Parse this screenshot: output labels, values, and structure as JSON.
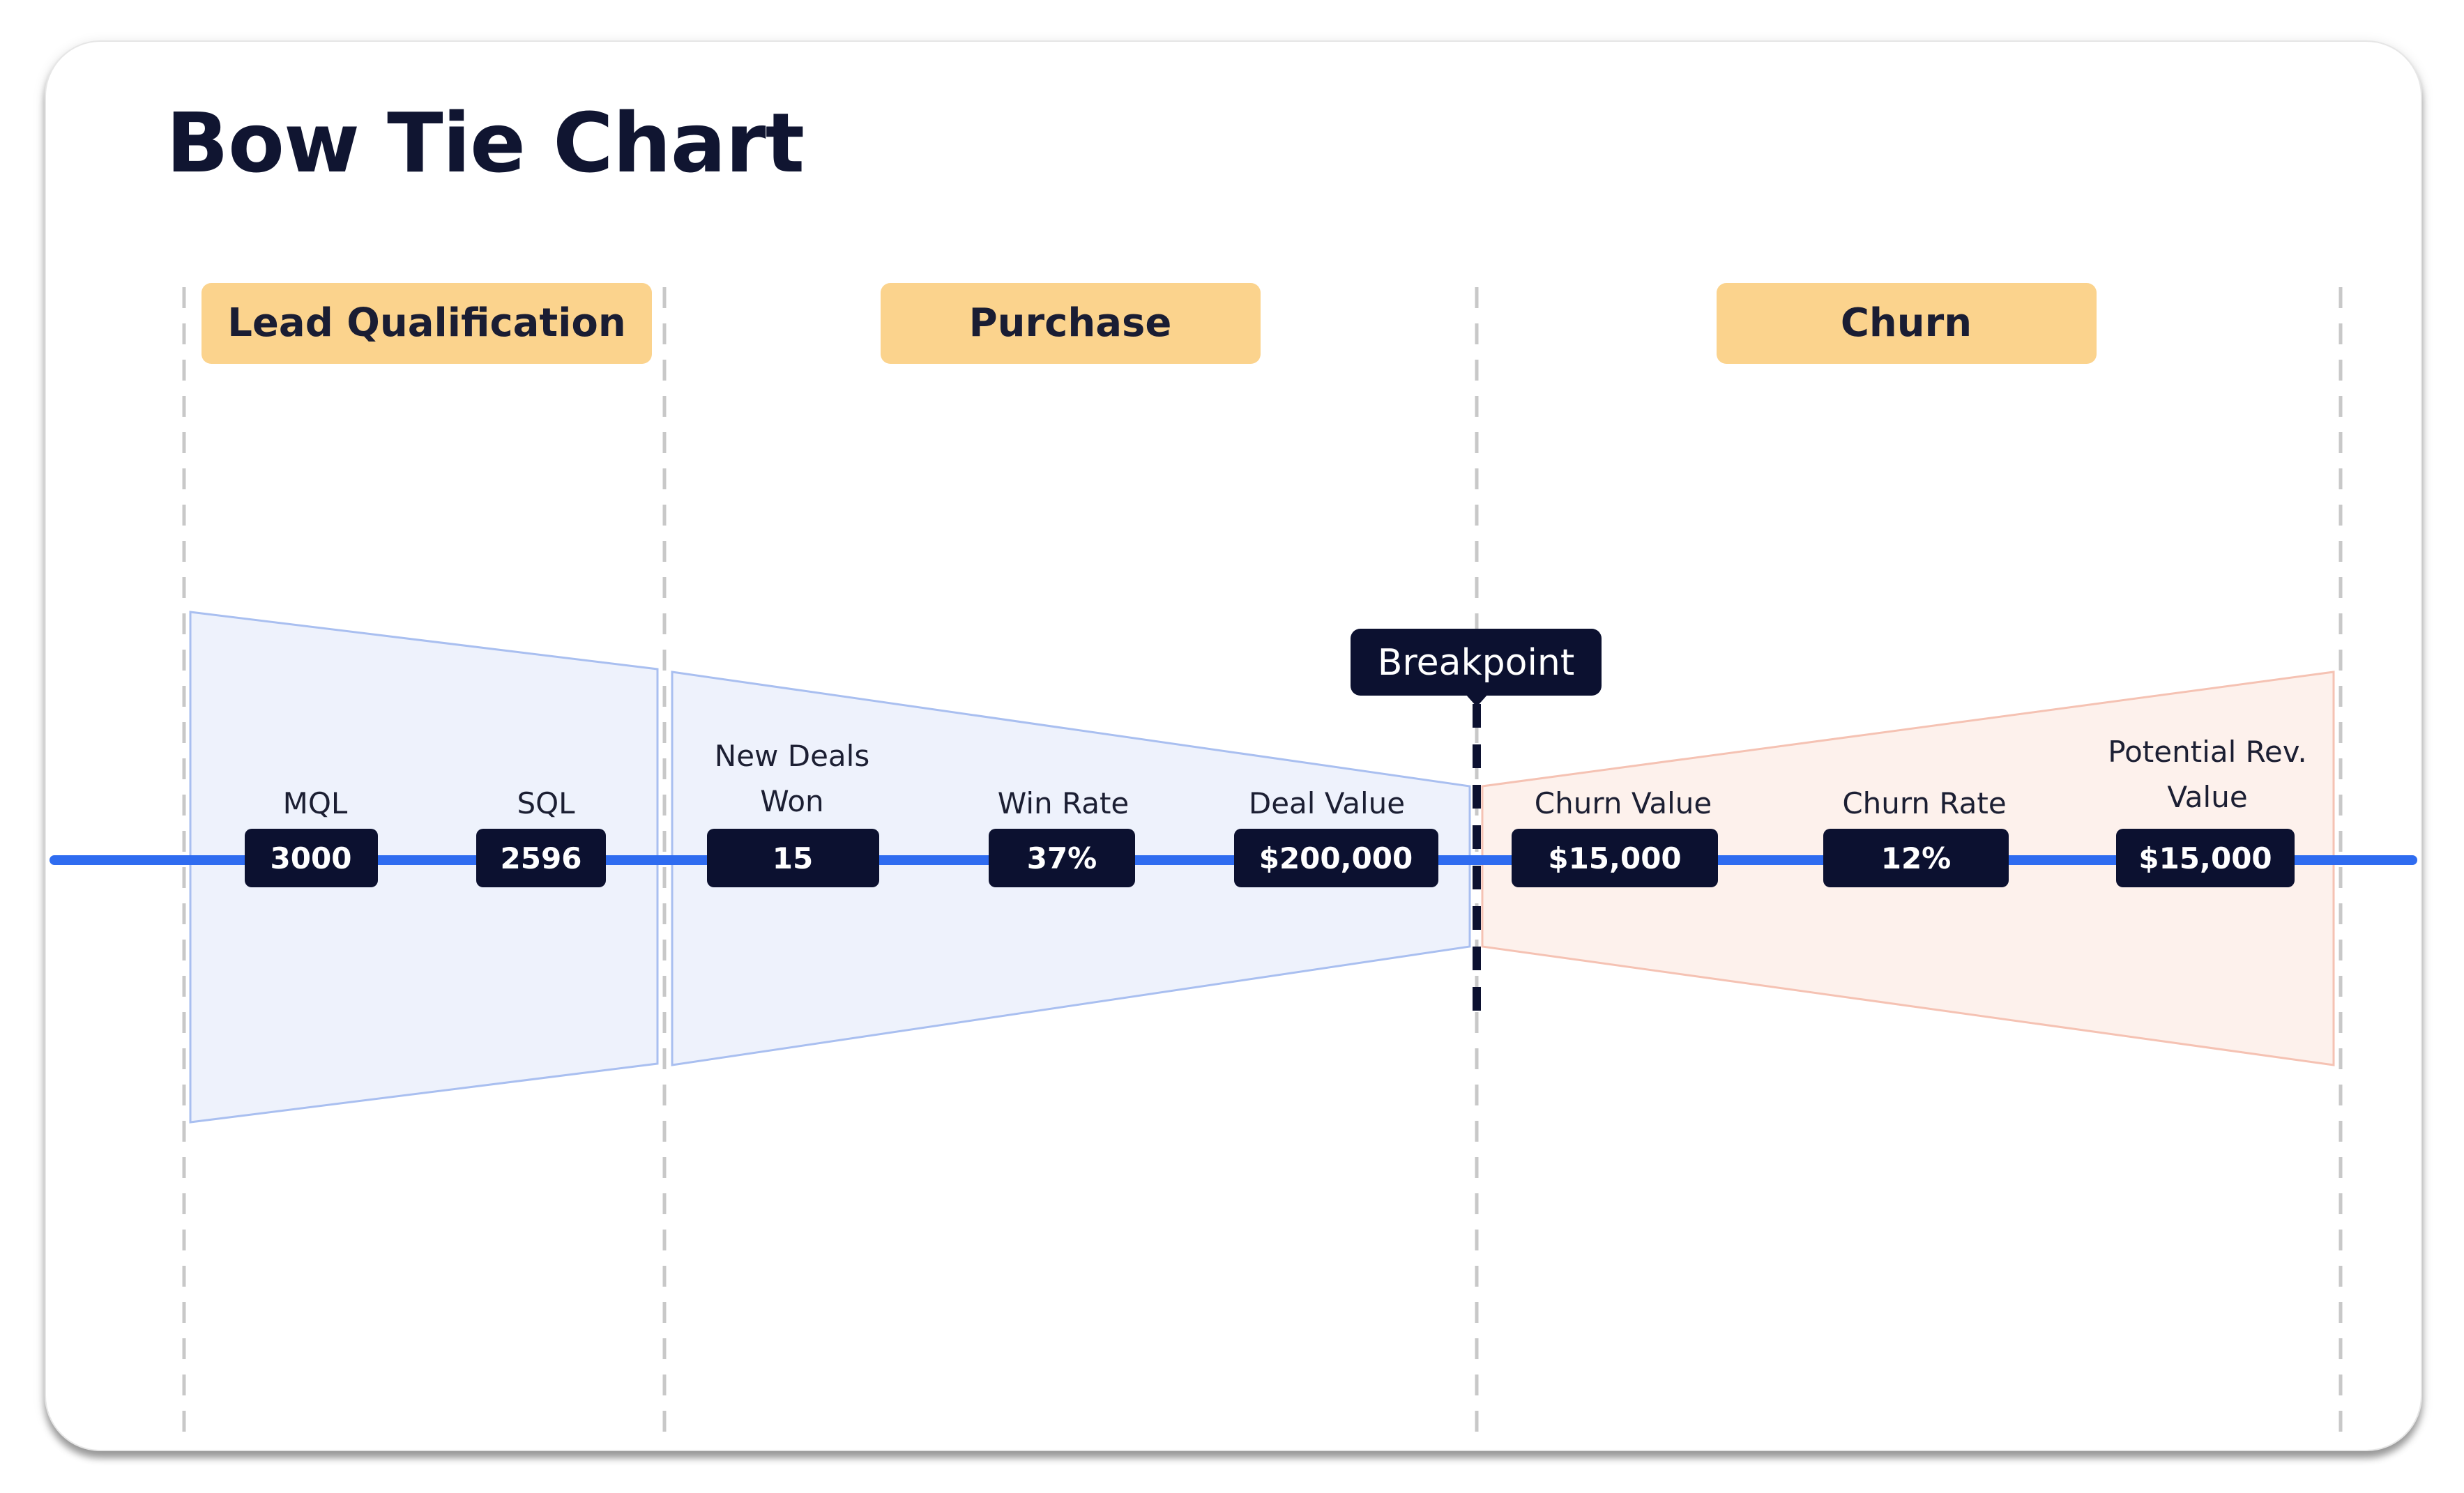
{
  "title": "Bow Tie Chart",
  "colors": {
    "stage_fill": "#fbd38d",
    "left_section_fill": "#eef2fc",
    "left_section_stroke": "#a9bff0",
    "right_section_fill": "#fdf1ec",
    "right_section_stroke": "#f5c2b3",
    "axis_line": "#2f6cf0",
    "value_box": "#0c1130",
    "title_text": "#101531",
    "divider": "#c8c8c8"
  },
  "stages": [
    {
      "label": "Lead Qualification"
    },
    {
      "label": "Purchase"
    },
    {
      "label": "Churn"
    }
  ],
  "breakpoint": {
    "label": "Breakpoint"
  },
  "metrics": [
    {
      "label_lines": [
        "MQL"
      ],
      "value": "3000"
    },
    {
      "label_lines": [
        "SQL"
      ],
      "value": "2596"
    },
    {
      "label_lines": [
        "New Deals",
        "Won"
      ],
      "value": "15"
    },
    {
      "label_lines": [
        "Win Rate"
      ],
      "value": "37%"
    },
    {
      "label_lines": [
        "Deal Value"
      ],
      "value": "$200,000"
    },
    {
      "label_lines": [
        "Churn Value"
      ],
      "value": "$15,000"
    },
    {
      "label_lines": [
        "Churn Rate"
      ],
      "value": "12%"
    },
    {
      "label_lines": [
        "Potential Rev.",
        "Value"
      ],
      "value": "$15,000"
    }
  ]
}
